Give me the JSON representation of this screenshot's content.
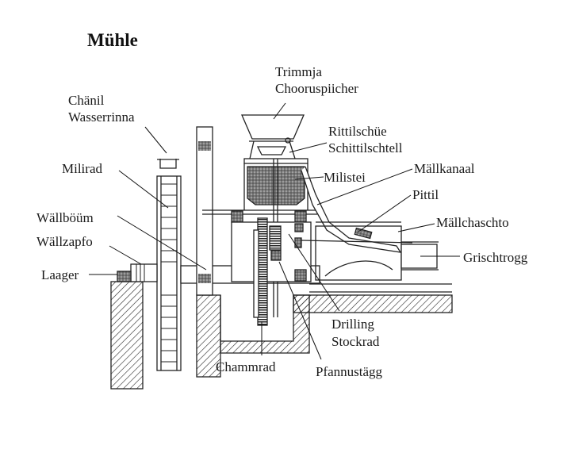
{
  "title": "Mühle",
  "labels": {
    "chaenil": "Chänil",
    "wasserrinna": "Wasserrinna",
    "milirad": "Milirad",
    "waellboeuem": "Wällböüm",
    "waellzapfo": "Wällzapfo",
    "laager": "Laager",
    "trimmja": "Trimmja",
    "chooruspiicher": "Chooruspiicher",
    "rittilschue": "Rittilschüe",
    "schittilschtell": "Schittilschtell",
    "milistei": "Milistei",
    "maellkanaal": "Mällkanaal",
    "pittil": "Pittil",
    "maellchaschto": "Mällchaschto",
    "grischtrogg": "Grischtrogg",
    "drilling": "Drilling",
    "stockrad": "Stockrad",
    "chammrad": "Chammrad",
    "pfannustaegg": "Pfannustägg"
  }
}
